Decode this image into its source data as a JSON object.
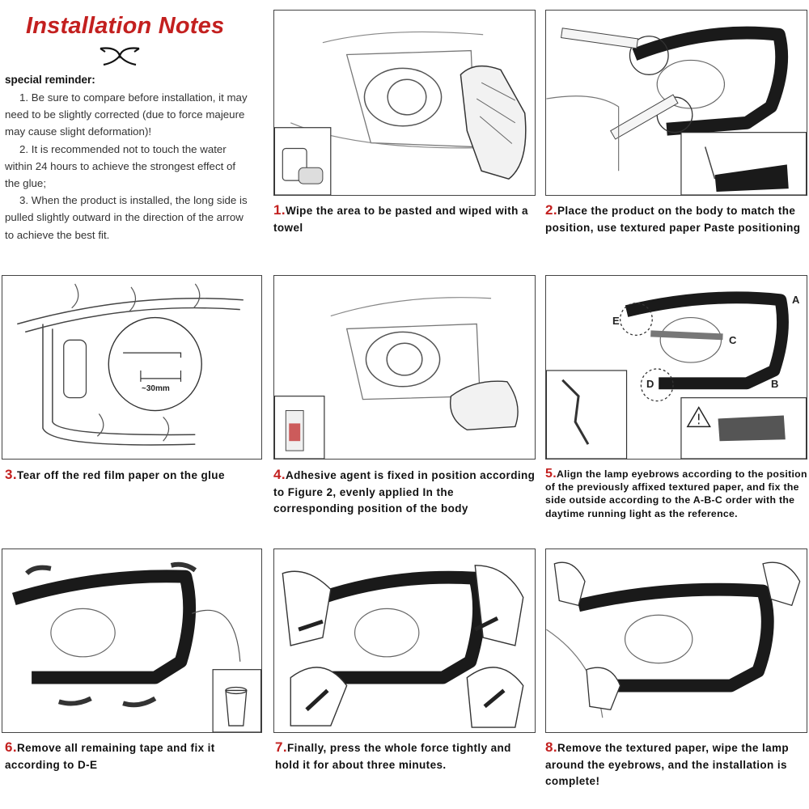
{
  "header": {
    "title": "Installation Notes"
  },
  "reminder": {
    "heading": "special reminder:",
    "items": [
      "1. Be sure to compare before installation, it may need to be slightly corrected (due to force majeure may cause slight deformation)!",
      "2. It is recommended not to touch the water within 24 hours to achieve the strongest effect of the glue;",
      "3. When the product is installed, the long side is pulled slightly outward in the direction of the arrow to achieve the best fit."
    ]
  },
  "steps": [
    {
      "num": "1.",
      "text": "Wipe the area to be pasted and wiped with a towel"
    },
    {
      "num": "2.",
      "text": "Place the product on the body to match the position, use textured paper Paste positioning"
    },
    {
      "num": "3.",
      "text": "Tear off the red film paper on the glue"
    },
    {
      "num": "4.",
      "text": "Adhesive agent is fixed in position according to Figure 2, evenly applied In the corresponding position of the body"
    },
    {
      "num": "5.",
      "text": "Align the lamp eyebrows according to the position of the previously affixed textured paper, and fix the side outside according to the A-B-C order with the daytime running light as the reference."
    },
    {
      "num": "6.",
      "text": "Remove all remaining tape and fix it according to D-E"
    },
    {
      "num": "7.",
      "text": "Finally, press the whole force tightly and hold it for about three minutes."
    },
    {
      "num": "8.",
      "text": "Remove the textured paper, wipe the lamp around the eyebrows, and the installation is complete!"
    }
  ],
  "figure_labels": {
    "measure": "~30mm",
    "a": "A",
    "b": "B",
    "c": "C",
    "d": "D",
    "e": "E"
  },
  "colors": {
    "accent": "#c3201f",
    "text": "#333333",
    "line": "#444444"
  }
}
